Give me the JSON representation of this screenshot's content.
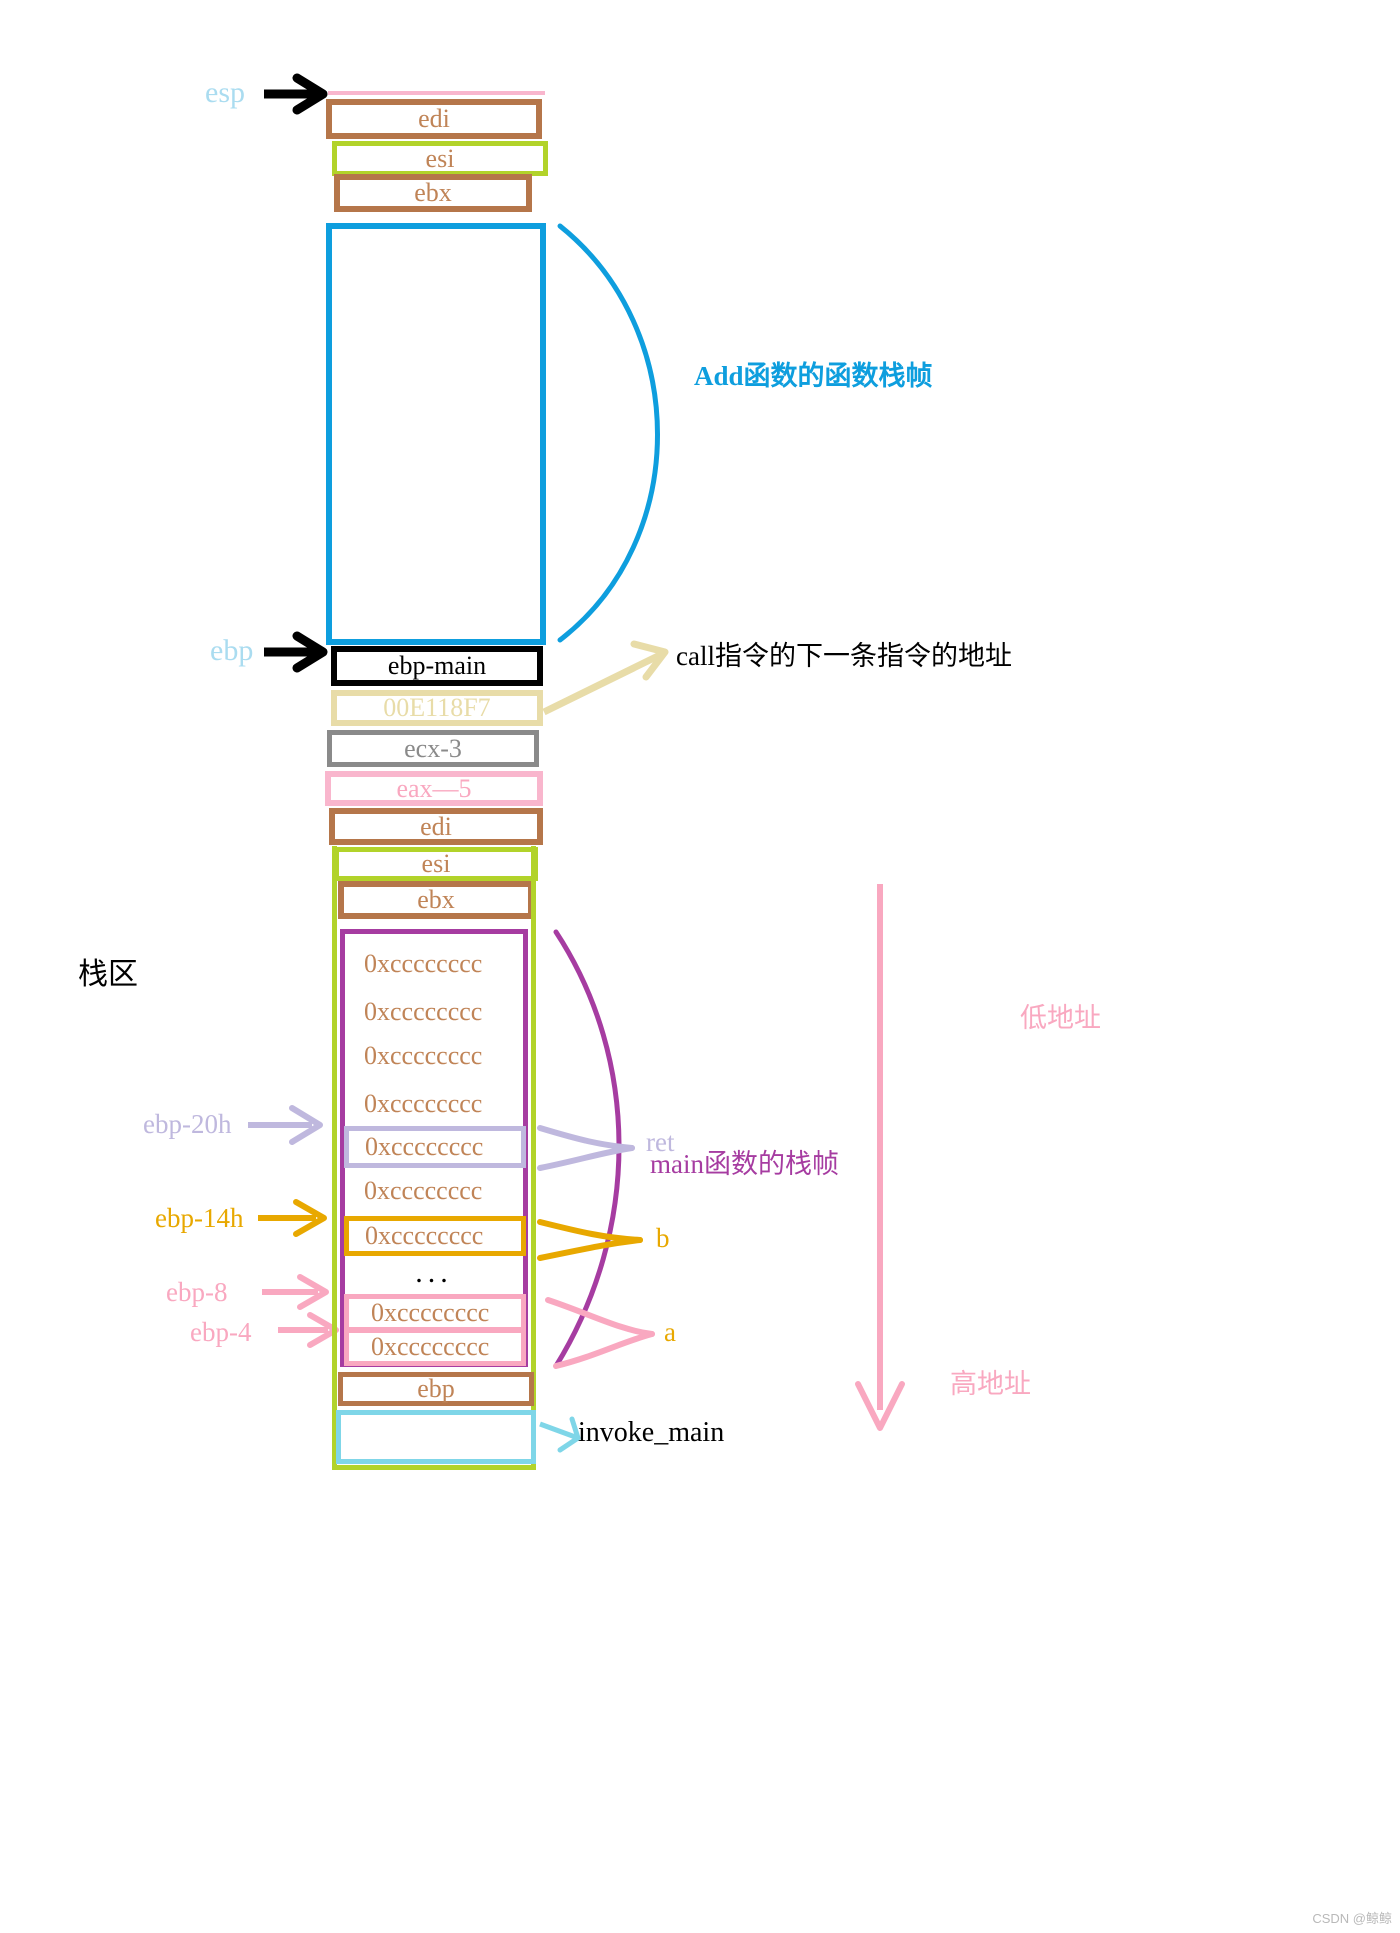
{
  "diagram": {
    "title_region_label": "栈区",
    "colors": {
      "esp_label": "#aadcf0",
      "ebp_label": "#aadcf0",
      "brown": "#b5764a",
      "green": "#b2d32a",
      "blue": "#0e9ede",
      "black": "#000000",
      "khaki": "#e8dca8",
      "gray": "#8a8a8a",
      "pink": "#f9b6cd",
      "purple": "#a63ca1",
      "lavender": "#bfb8de",
      "orange": "#e8a800",
      "cyan": "#7fd6e8",
      "hotpink": "#f9a8c0",
      "text_brown": "#c08457"
    }
  },
  "pointers": {
    "esp": "esp",
    "ebp": "ebp",
    "ebp_20h": "ebp-20h",
    "ebp_14h": "ebp-14h",
    "ebp_8": "ebp-8",
    "ebp_4": "ebp-4"
  },
  "add_frame": {
    "cells": [
      {
        "text": "edi"
      },
      {
        "text": "esi"
      },
      {
        "text": "ebx"
      }
    ],
    "brace_label": "Add函数的函数栈帧"
  },
  "main_frame": {
    "cells": [
      {
        "text": "ebp-main"
      },
      {
        "text": "00E118F7"
      },
      {
        "text": "ecx-3"
      },
      {
        "text": "eax—5"
      },
      {
        "text": "edi"
      },
      {
        "text": "esi"
      },
      {
        "text": "ebx"
      }
    ],
    "locals": [
      {
        "text": "0xcccccccc"
      },
      {
        "text": "0xcccccccc"
      },
      {
        "text": "0xcccccccc"
      },
      {
        "text": "0xcccccccc"
      },
      {
        "text": "0xcccccccc"
      },
      {
        "text": "0xcccccccc"
      },
      {
        "text": "0xcccccccc"
      },
      {
        "text": "..."
      },
      {
        "text": "0xcccccccc"
      },
      {
        "text": "0xcccccccc"
      }
    ],
    "bottom_cells": [
      {
        "text": "ebp"
      },
      {
        "text": ""
      }
    ],
    "brace_label": "main函数的栈帧"
  },
  "annotations": {
    "call_next_instruction": "call指令的下一条指令的地址",
    "ret": "ret",
    "var_b": "b",
    "var_a": "a",
    "invoke_main": "invoke_main",
    "low_address": "低地址",
    "high_address": "高地址"
  },
  "watermark": "CSDN @鲸鲸"
}
